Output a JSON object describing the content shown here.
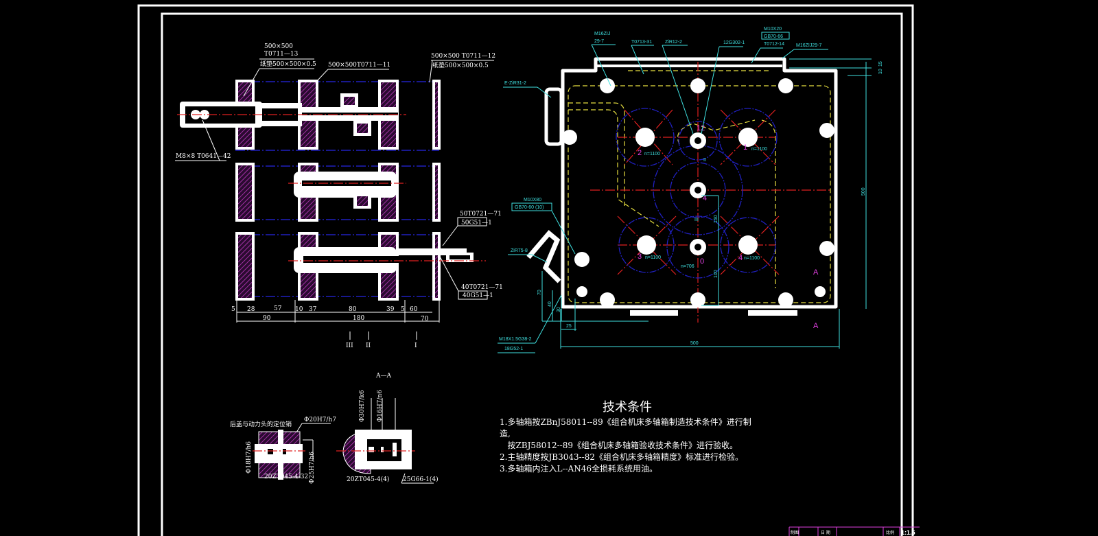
{
  "left_view": {
    "label_plate_13_a": "500×500",
    "label_plate_13_b": "T0711—13",
    "label_gasket_1": "纸垫500×500×0.5",
    "label_plate_11": "500×500T0711—11",
    "label_plate_12": "500×500 T0711—12",
    "label_gasket_2": "纸垫500×500×0.5",
    "label_screw": "M8×8 T0641—42",
    "label_50t": "50T0721—71",
    "label_50g": "50G51—1",
    "label_40t": "40T0721—71",
    "label_40g": "40G51—1",
    "dims_row1": [
      "5",
      "28",
      "57",
      "10",
      "37",
      "80",
      "39",
      "5",
      "60"
    ],
    "dims_row2": [
      "90",
      "180",
      "70"
    ],
    "axes": [
      "III",
      "II",
      "I"
    ]
  },
  "section": {
    "title": "A—A",
    "pin_label": "后盖与动力头的定位销",
    "fit_label": "Φ20H7/h7",
    "part_1": "20ZT045-4-32",
    "part_2": "20ZT045-4(4)",
    "part_3": "25G66-1(4)",
    "fit_v1": "Φ18H7/h6",
    "fit_v2": "Φ25H7/h6",
    "fit_v3": "Φ30H7/k6",
    "fit_v4": "Φ16H7/n6"
  },
  "right_view": {
    "lbl_m16_a": "M16ZIJ",
    "lbl_m16_b": "29-7",
    "lbl_t0713": "T0713-31",
    "lbl_zir12": "ZiR12-2",
    "lbl_12g302": "12G302-1",
    "lbl_m10x20": "M10X20",
    "lbl_gb70_66": "GB70-66",
    "lbl_t0712": "T0712-14",
    "lbl_m16_2": "M16ZIJ29-7",
    "lbl_ezir": "E-ZiR31-2",
    "lbl_m10x80": "M10X80",
    "lbl_gb70_60": "GB70-60 (10)",
    "lbl_zir75": "ZiR75-8",
    "lbl_m18": "M18X1.5G38-2",
    "lbl_18g52": "18G52-1",
    "dim_width": "500",
    "dim_height": "500",
    "dim_25": "25",
    "dim_70": "70",
    "dim_40": "40",
    "dim_30": "30",
    "dim_150": "150",
    "dim_100": "100",
    "dim_15": "15",
    "dim_10": "10",
    "section_mark": "A",
    "gears": [
      {
        "num": "1",
        "speed": "n=1100"
      },
      {
        "num": "2",
        "speed": "n=1100"
      },
      {
        "num": "12",
        "speed": ""
      },
      {
        "num": "4",
        "speed": ""
      },
      {
        "num": "3",
        "speed": "n=1100"
      },
      {
        "num": "0",
        "speed": "n=706"
      },
      {
        "num": "4",
        "speed": "n=1100"
      }
    ],
    "axis_ii": "II",
    "axis_iii": "III"
  },
  "tech": {
    "heading": "技术条件",
    "lines": [
      "1.多轴箱按ZBnJ58011--89《组合机床多轴箱制造技术条件》进行制",
      "造,",
      "   按ZBJ58012--89《组合机床多轴箱验收技术条件》进行验收。",
      "2.主轴精度按JB3043--82《组合机床多轴箱精度》标准进行检验。",
      "3.多轴箱内注入L--AN46全损耗系统用油。"
    ]
  },
  "title_block": {
    "cell_1": "制图",
    "cell_2": "日 期",
    "cell_3": "比例",
    "scale": "1:1.5"
  }
}
